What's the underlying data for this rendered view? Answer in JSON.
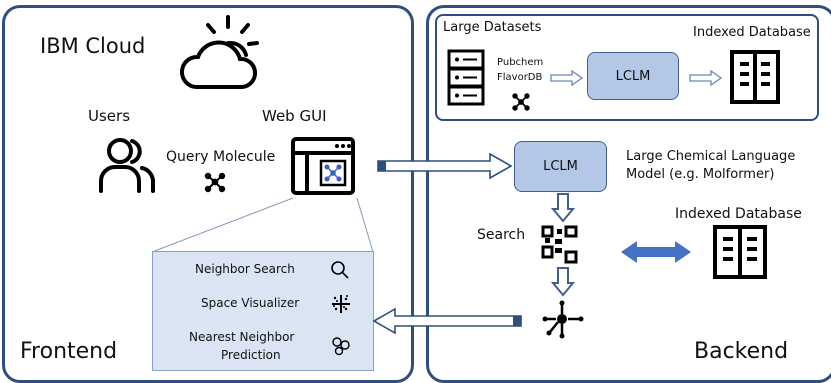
{
  "frontend": {
    "cloud_label": "IBM Cloud",
    "users_label": "Users",
    "webgui_label": "Web GUI",
    "query_label": "Query Molecule",
    "panel_label": "Frontend",
    "menu": [
      {
        "label": "Neighbor Search",
        "icon": "magnifier-icon"
      },
      {
        "label": "Space Visualizer",
        "icon": "scatter-icon"
      },
      {
        "label": "Nearest Neighbor",
        "label2": "Prediction",
        "icon": "cluster-icon"
      }
    ]
  },
  "backend": {
    "datasets_label": "Large Datasets",
    "indexed_label_top": "Indexed Database",
    "sources": [
      "Pubchem",
      "FlavorDB"
    ],
    "lclm_label": "LCLM",
    "lclm2_label": "LCLM",
    "model_desc_line1": "Large Chemical Language",
    "model_desc_line2": "Model (e.g. Molformer)",
    "search_label": "Search",
    "indexed_label_mid": "Indexed Database",
    "panel_label": "Backend"
  },
  "colors": {
    "panel_border": "#2f4e7f",
    "lclm_fill": "#b4c7e7",
    "menu_fill": "#dbe4f2",
    "arrow_blue": "#4472c4"
  }
}
